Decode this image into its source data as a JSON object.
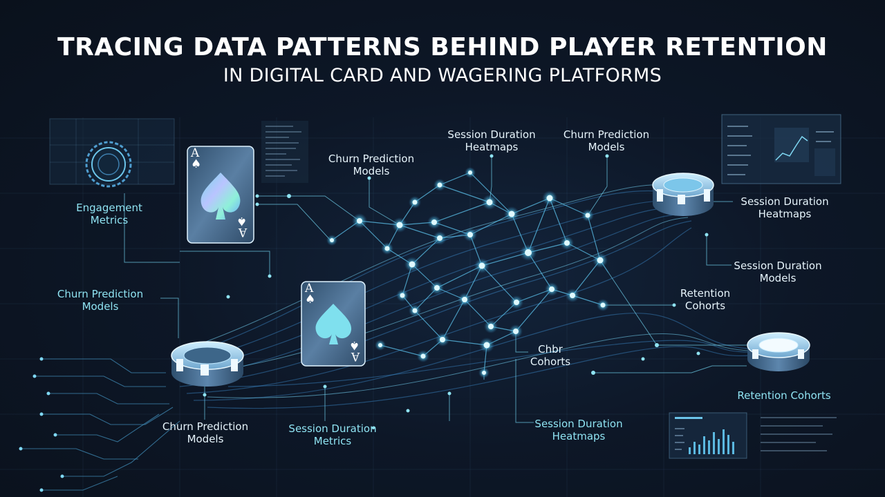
{
  "header": {
    "title": "TRACING DATA PATTERNS BEHIND PLAYER RETENTION",
    "subtitle": "IN DIGITAL CARD AND WAGERING PLATFORMS"
  },
  "labels": {
    "engagement_metrics": [
      "Engagement",
      "Metrics"
    ],
    "churn_left": [
      "Churn Prediction",
      "Models"
    ],
    "churn_bottom": [
      "Churn Prediction",
      "Models"
    ],
    "churn_top": [
      "Churn Prediction",
      "Models"
    ],
    "session_top": [
      "Session Duration",
      "Heatmaps"
    ],
    "churn_top_right": [
      "Churn Prediction",
      "Models"
    ],
    "session_right": [
      "Session Duration",
      "Heatmaps"
    ],
    "session_models": [
      "Session Duration",
      "Models"
    ],
    "retention_cohorts": [
      "Retention",
      "Cohorts"
    ],
    "chbr_cohorts": [
      "Chbr",
      "Cohorts"
    ],
    "session_metrics": [
      "Session Duration",
      "Metrics"
    ],
    "session_bottom": [
      "Session Duration",
      "Heatmaps"
    ],
    "retention_cohorts_single": "Retention Cohorts"
  },
  "cards": [
    {
      "rank": "A",
      "suit": "♠"
    },
    {
      "rank": "A",
      "suit": "♠"
    }
  ],
  "colors": {
    "accent": "#8fe3f2",
    "node": "#bff4ff",
    "line": "#4fb8e6",
    "background": "#0d1727"
  }
}
